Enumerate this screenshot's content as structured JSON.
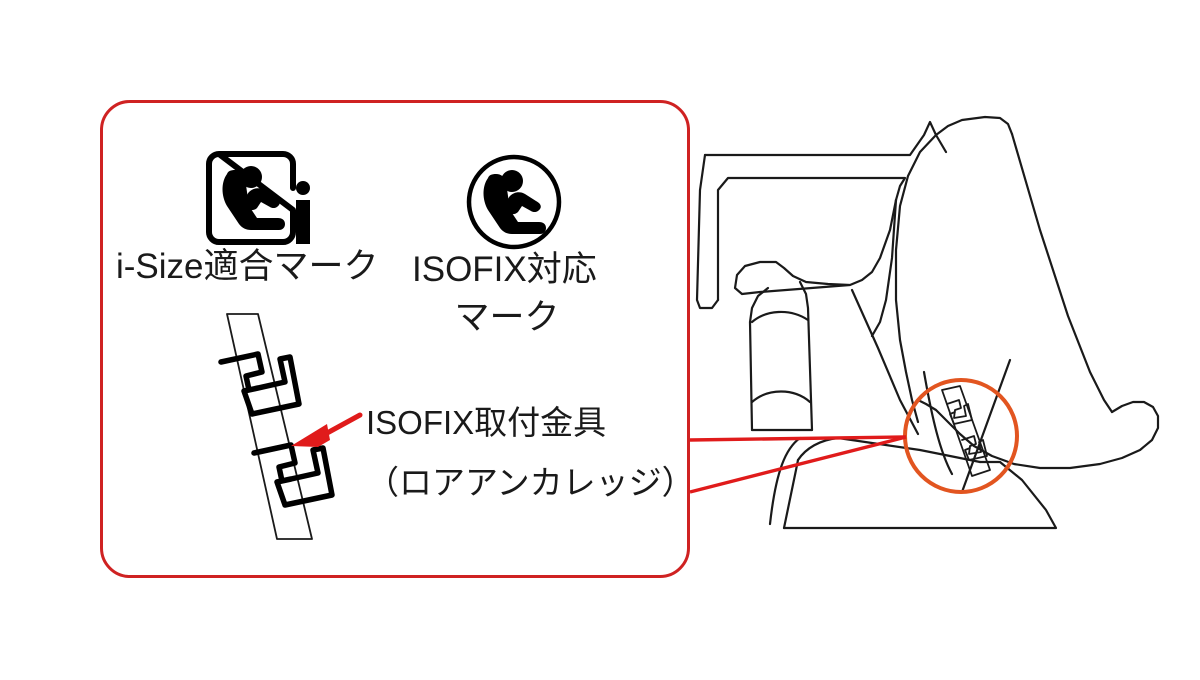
{
  "diagram": {
    "title": "ISOFIX / i-Size child seat anchorage illustration",
    "background_color": "#ffffff"
  },
  "colors": {
    "callout_border": "#cf2222",
    "leader_line": "#e01b1b",
    "arrow": "#e01b1b",
    "zoom_circle": "#e25520",
    "line_art": "#1a1a1a",
    "text": "#1a1a1a"
  },
  "callout_panel": {
    "shape": "rounded-rectangle",
    "border_color": "#cf2222"
  },
  "labels": {
    "isize_mark": "i-Size適合マーク",
    "isofix_mark_line1": "ISOFIX対応",
    "isofix_mark_line2": "マーク",
    "isofix_bracket": "ISOFIX取付金具",
    "lower_anchorage": "（ロアアンカレッジ）"
  },
  "icons": {
    "isize": "isize-child-seat-icon",
    "isofix": "isofix-child-seat-icon",
    "arrow": "arrow-pointer-icon",
    "bracket": "isofix-anchor-bracket-icon",
    "zoom_circle": "zoom-detail-circle-icon",
    "car_seat": "car-seat-line-drawing-icon",
    "door_panel": "car-door-panel-icon",
    "b_pillar": "seatbelt-pillar-icon"
  }
}
